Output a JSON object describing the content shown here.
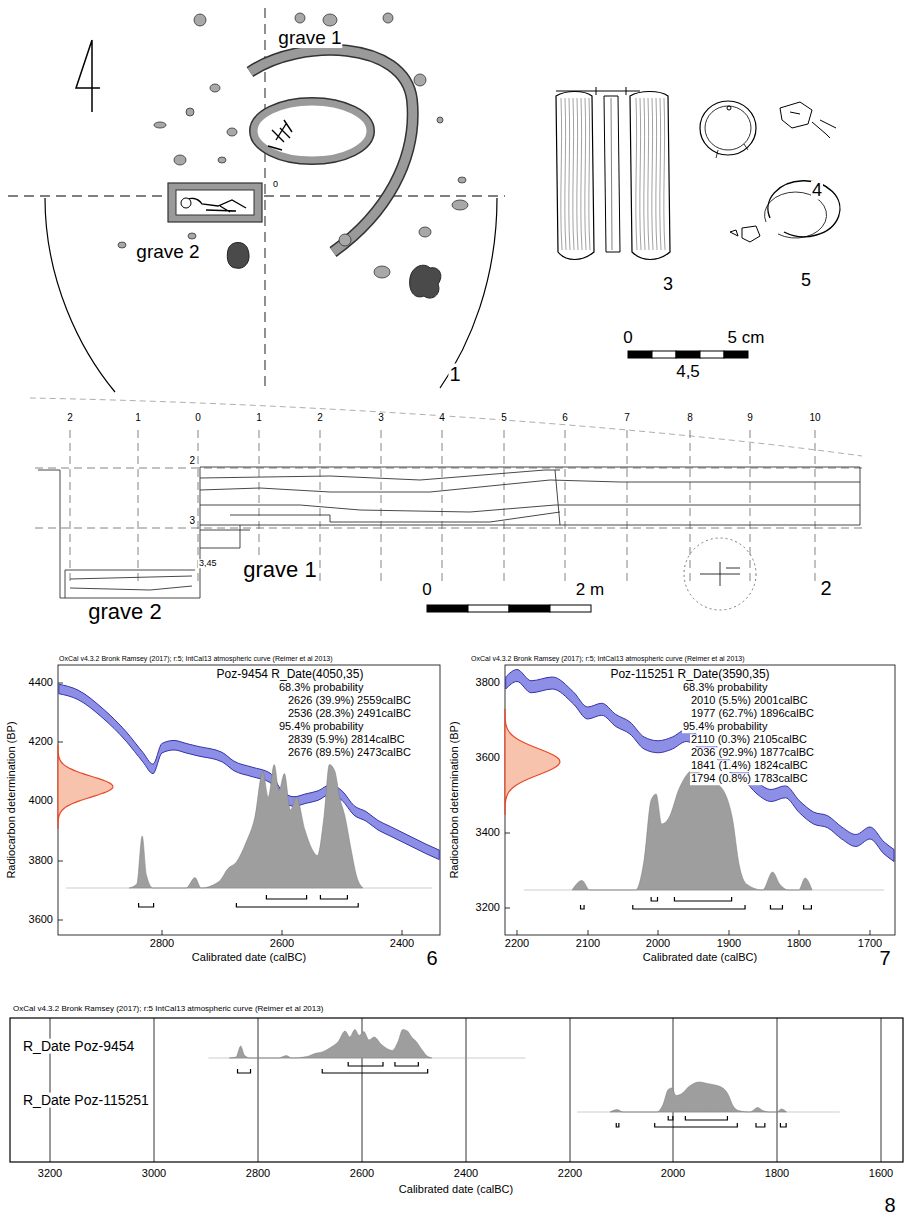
{
  "diagram": {
    "labels": [
      "grave 1",
      "grave 2",
      "0",
      "1",
      "3",
      "4",
      "5",
      "0",
      "5 cm",
      "4,5",
      "2",
      "1",
      "0",
      "1",
      "2",
      "3",
      "4",
      "5",
      "6",
      "7",
      "8",
      "9",
      "10",
      "2",
      "3",
      "3,45",
      "grave 1",
      "grave 2",
      "0",
      "2 m",
      "2",
      "OxCal v4.3.2 Bronk Ramsey (2017); r:5; IntCal13 atmospheric curve (Reimer et al 2013)",
      "Poz-9454 R_Date(4050,35)",
      "68.3% probability",
      "2626 (39.9%) 2559calBC",
      "2536 (28.3%) 2491calBC",
      "95.4% probability",
      "2839 (5.9%) 2814calBC",
      "2676 (89.5%) 2473calBC",
      "Radiocarbon determination (BP)",
      "4400",
      "4200",
      "4000",
      "3800",
      "3600",
      "2800",
      "2600",
      "2400",
      "Calibrated date (calBC)",
      "6",
      "OxCal v4.3.2 Bronk Ramsey (2017); r:5; IntCal13 atmospheric curve (Reimer et al 2013)",
      "Poz-115251 R_Date(3590,35)",
      "68.3% probability",
      "2010 (5.5%) 2001calBC",
      "1977 (62.7%) 1896calBC",
      "95.4% probability",
      "2110 (0.3%) 2105calBC",
      "2036 (92.9%) 1877calBC",
      "1841 (1.4%) 1824calBC",
      "1794 (0.8%) 1783calBC",
      "Radiocarbon determination (BP)",
      "3800",
      "3600",
      "3400",
      "3200",
      "2200",
      "2100",
      "2000",
      "1900",
      "1800",
      "1700",
      "Calibrated date (calBC)",
      "7",
      "OxCal v4.3.2 Bronk Ramsey (2017); r:5 IntCal13 atmospheric curve (Reimer et al 2013)",
      "R_Date Poz-9454",
      "R_Date Poz-115251",
      "3200",
      "3000",
      "2800",
      "2600",
      "2400",
      "2200",
      "2000",
      "1800",
      "1600",
      "Calibrated date (calBC)",
      "8"
    ]
  }
}
